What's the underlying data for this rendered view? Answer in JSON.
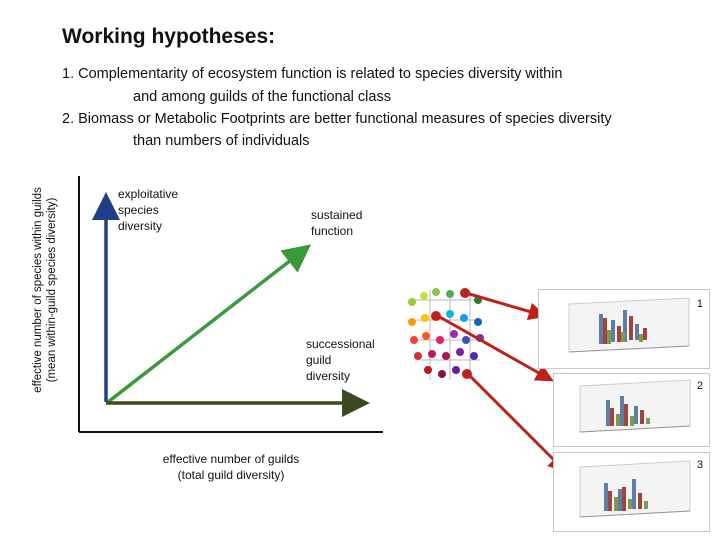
{
  "title": "Working hypotheses:",
  "hypotheses": {
    "h1_line1": "1. Complementarity of ecosystem function is related to species diversity within",
    "h1_line2": "and among guilds of the functional class",
    "h2_line1": "2. Biomass or Metabolic Footprints are better functional measures of species diversity",
    "h2_line2": "than numbers of individuals"
  },
  "axes": {
    "y_label_line1": "effective number of species within guilds",
    "y_label_line2": "(mean within-guild species diversity)",
    "x_label_line1": "effective number of guilds",
    "x_label_line2": "(total guild diversity)"
  },
  "arrows": {
    "vertical_line1": "exploitative",
    "vertical_line2": "species",
    "vertical_line3": "diversity",
    "diagonal_line1": "sustained",
    "diagonal_line2": "function",
    "horizontal_line1": "successional",
    "horizontal_line2": "guild",
    "horizontal_line3": "diversity"
  },
  "panels": {
    "p1": "1",
    "p2": "2",
    "p3": "3"
  },
  "colors": {
    "blue_arrow": "#1f3f8a",
    "green_arrow": "#3a9a3a",
    "olive_arrow": "#3c4a22",
    "red_arrow": "#c0201a"
  }
}
